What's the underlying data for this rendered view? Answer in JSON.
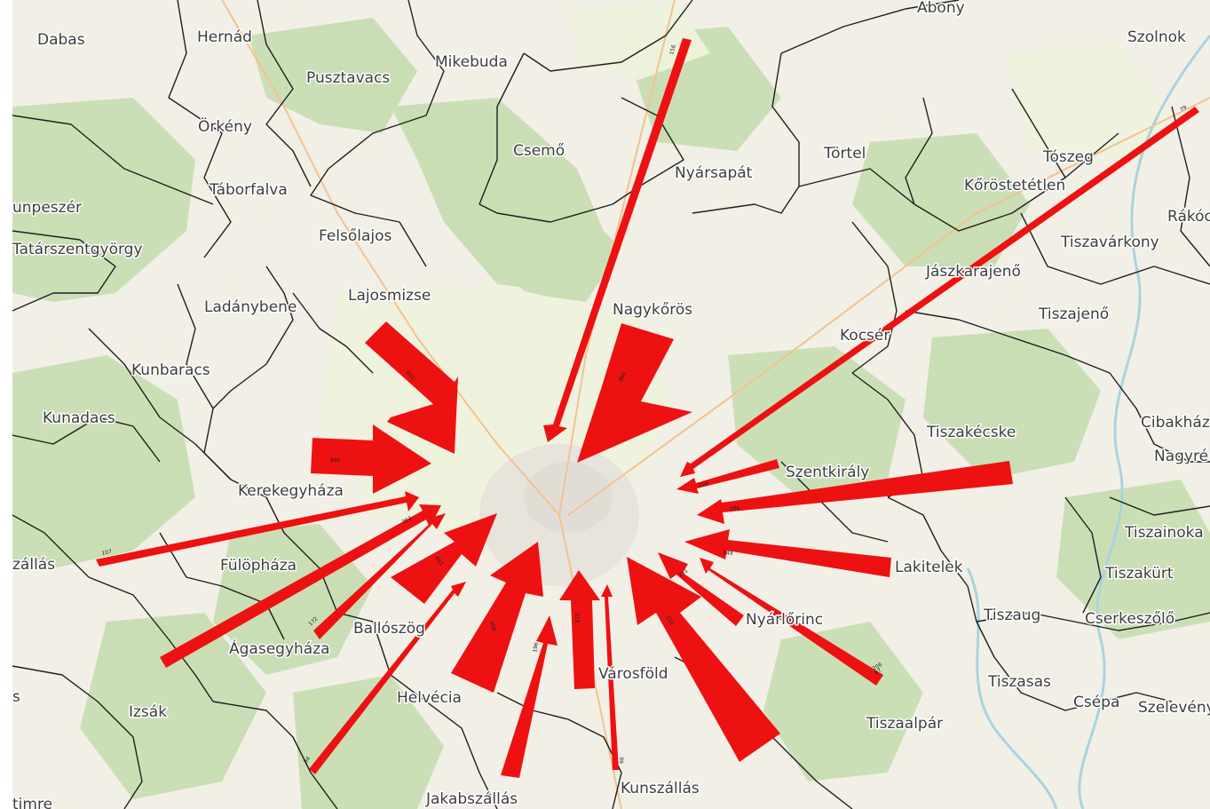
{
  "map": {
    "colors": {
      "background": "#f2efe6",
      "forest": "#c5dcae",
      "farmland": "#eef1dc",
      "urban": "#e6e2dc",
      "border": "#1a1a1a",
      "flow": "#ee1111",
      "road": "#f4c28f"
    },
    "towns": [
      "Abony",
      "Dabas",
      "Hernád",
      "Szolnok",
      "Mikebuda",
      "Pusztavacs",
      "Örkény",
      "Csemő",
      "Nyársapát",
      "Törtel",
      "Tószeg",
      "Kőröstetétlen",
      "Táborfalva",
      "Felsőlajos",
      "unpeszér",
      "Tatárszentgyörgy",
      "Rákóc",
      "Tiszavárkony",
      "Jászkarajenő",
      "Lajosmizse",
      "Ladánybene",
      "Nagykőrös",
      "Tiszajenő",
      "Kocsér",
      "Kunbaracs",
      "Kunadacs",
      "Tiszakécske",
      "Cibakház",
      "Nagyré",
      "Szentkirály",
      "Kerekegyháza",
      "Tiszainoka",
      "zállás",
      "Fülöpháza",
      "Lakitelek",
      "Tiszakürt",
      "Tiszaug",
      "Cserkeszőlő",
      "Nyárlőrinc",
      "Ballószög",
      "Ágasegyháza",
      "Városföld",
      "Tiszasas",
      "s",
      "Csépa",
      "Szelevény",
      "Helvécia",
      "Izsák",
      "Tiszaalpár",
      "Kunszállás",
      "Jakabszállás",
      "timre"
    ],
    "flow_labels": [
      "156",
      "79",
      "801",
      "896",
      "840",
      "107",
      "363",
      "481",
      "172",
      "84",
      "906",
      "196",
      "515",
      "66",
      "552",
      "251",
      "206",
      "249",
      "586",
      "216",
      "87"
    ]
  }
}
